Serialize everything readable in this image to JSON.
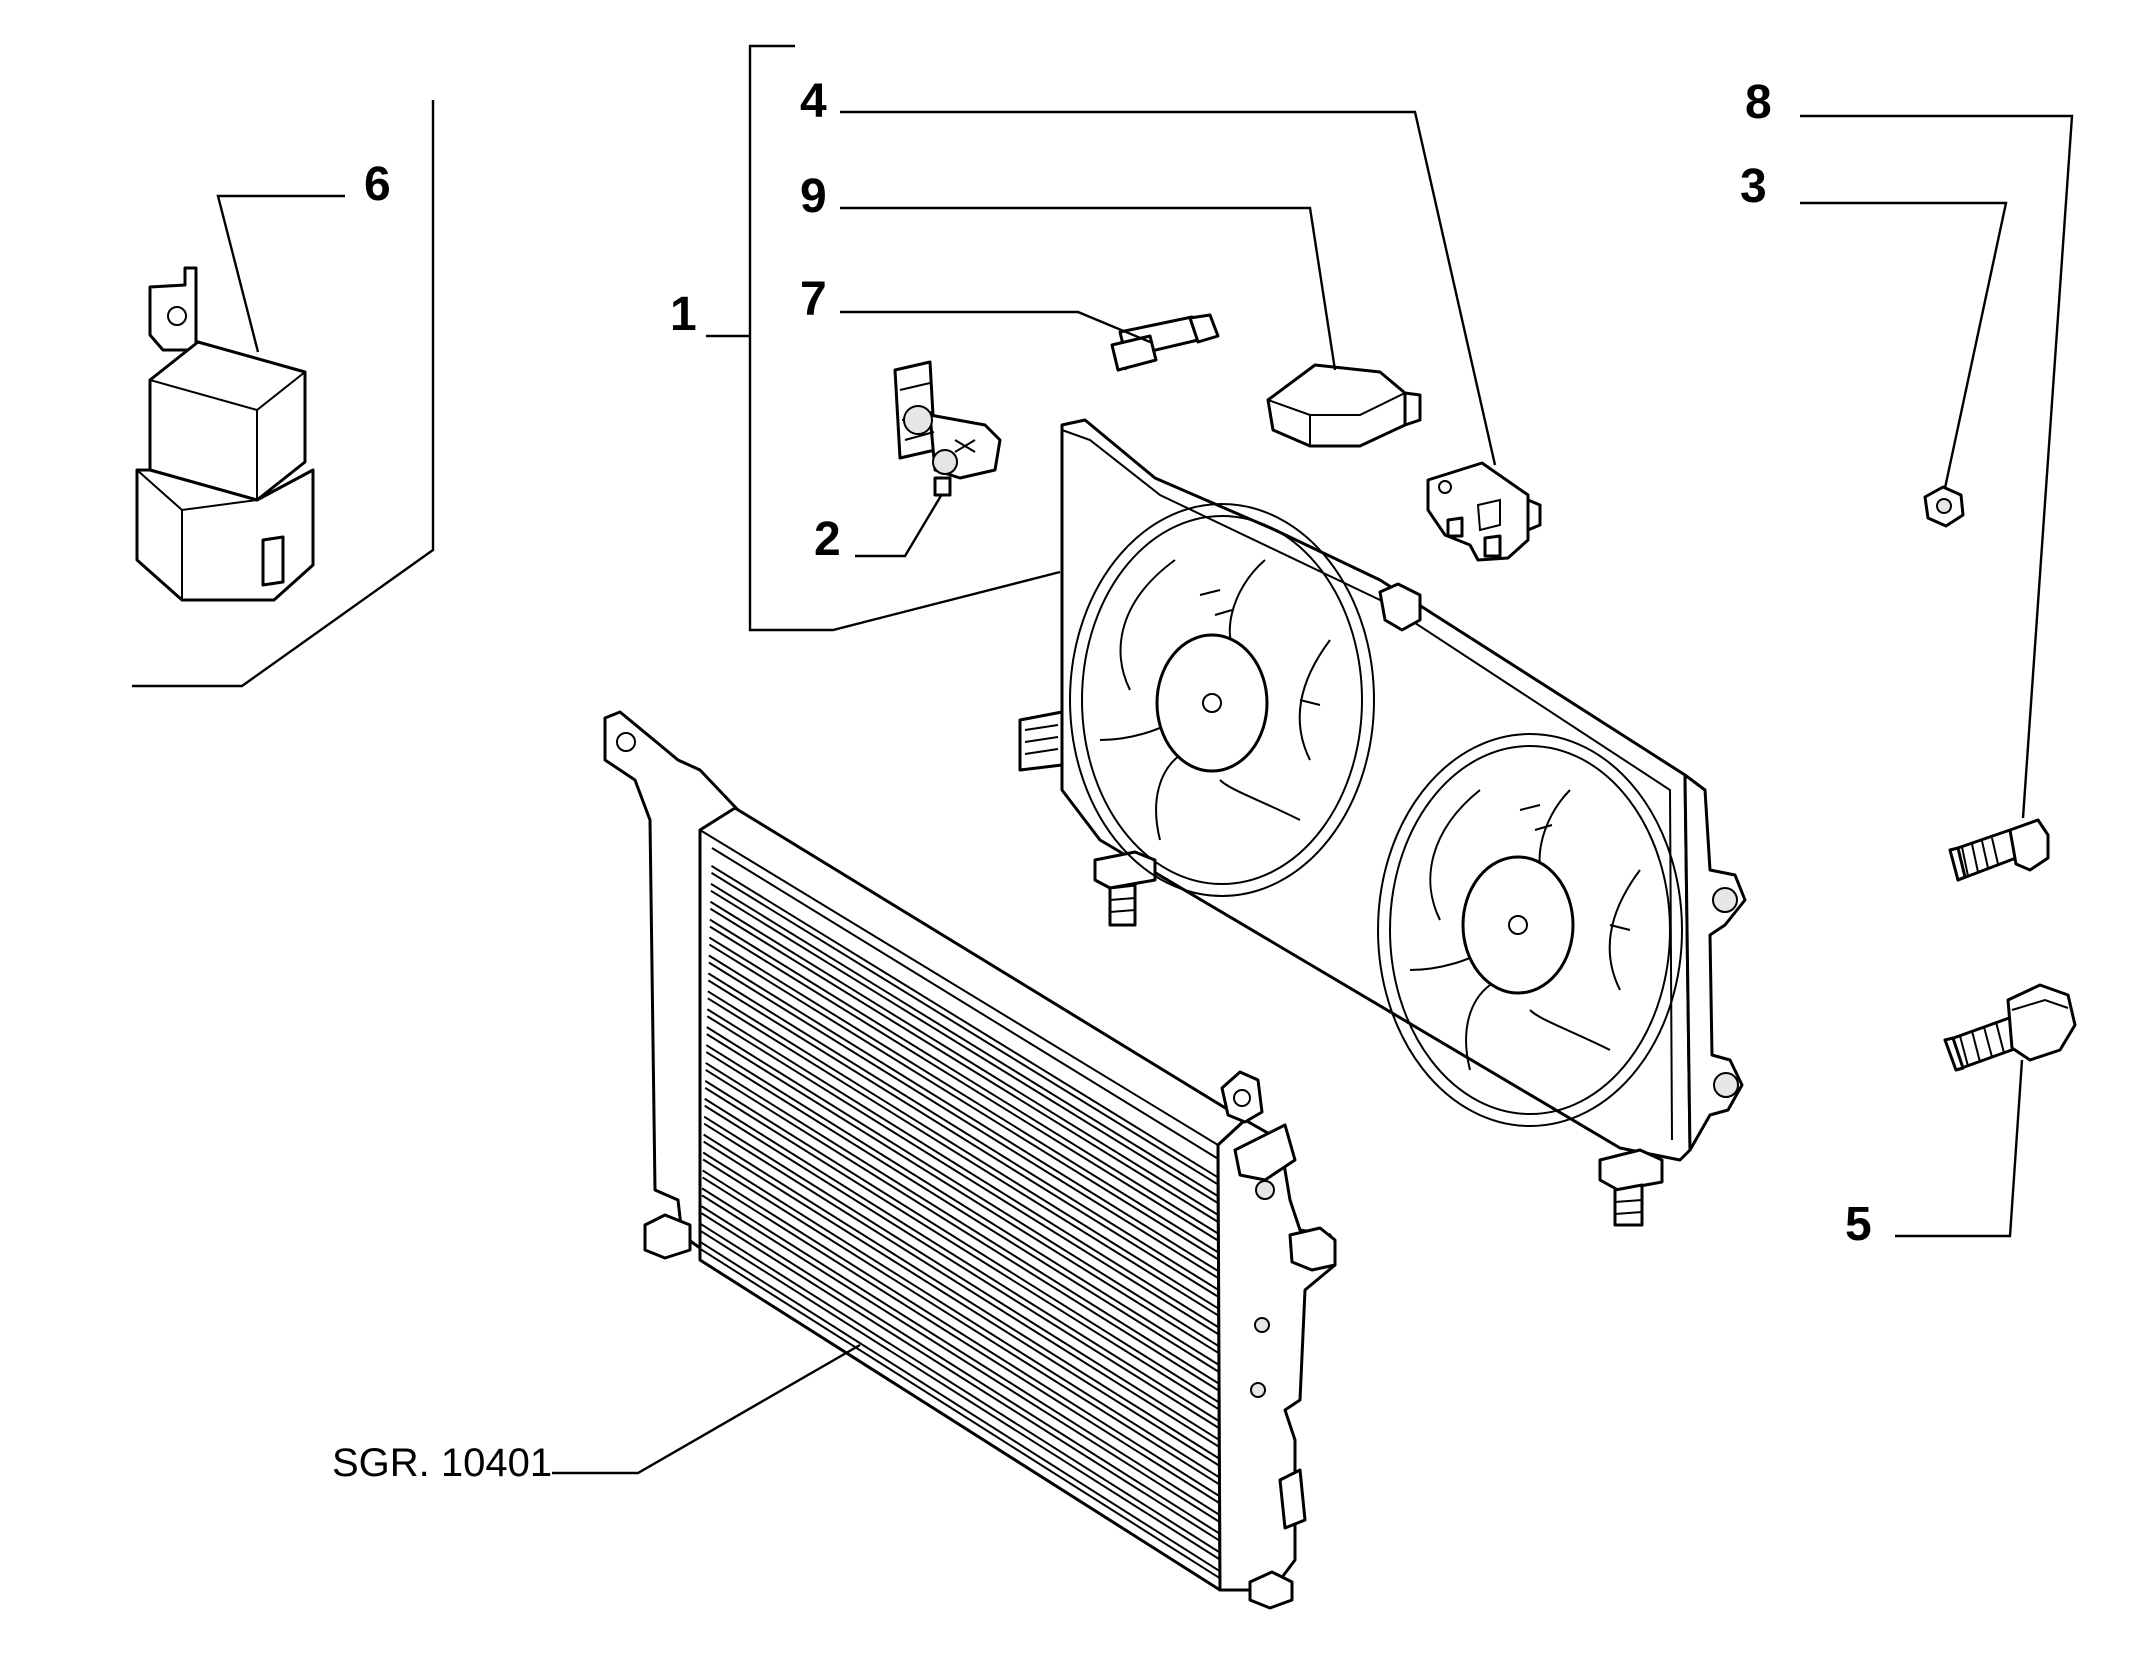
{
  "callouts": {
    "c1": "1",
    "c2": "2",
    "c3": "3",
    "c4": "4",
    "c5": "5",
    "c6": "6",
    "c7": "7",
    "c8": "8",
    "c9": "9"
  },
  "reference_label": "SGR. 10401",
  "radiator_fins": 22
}
